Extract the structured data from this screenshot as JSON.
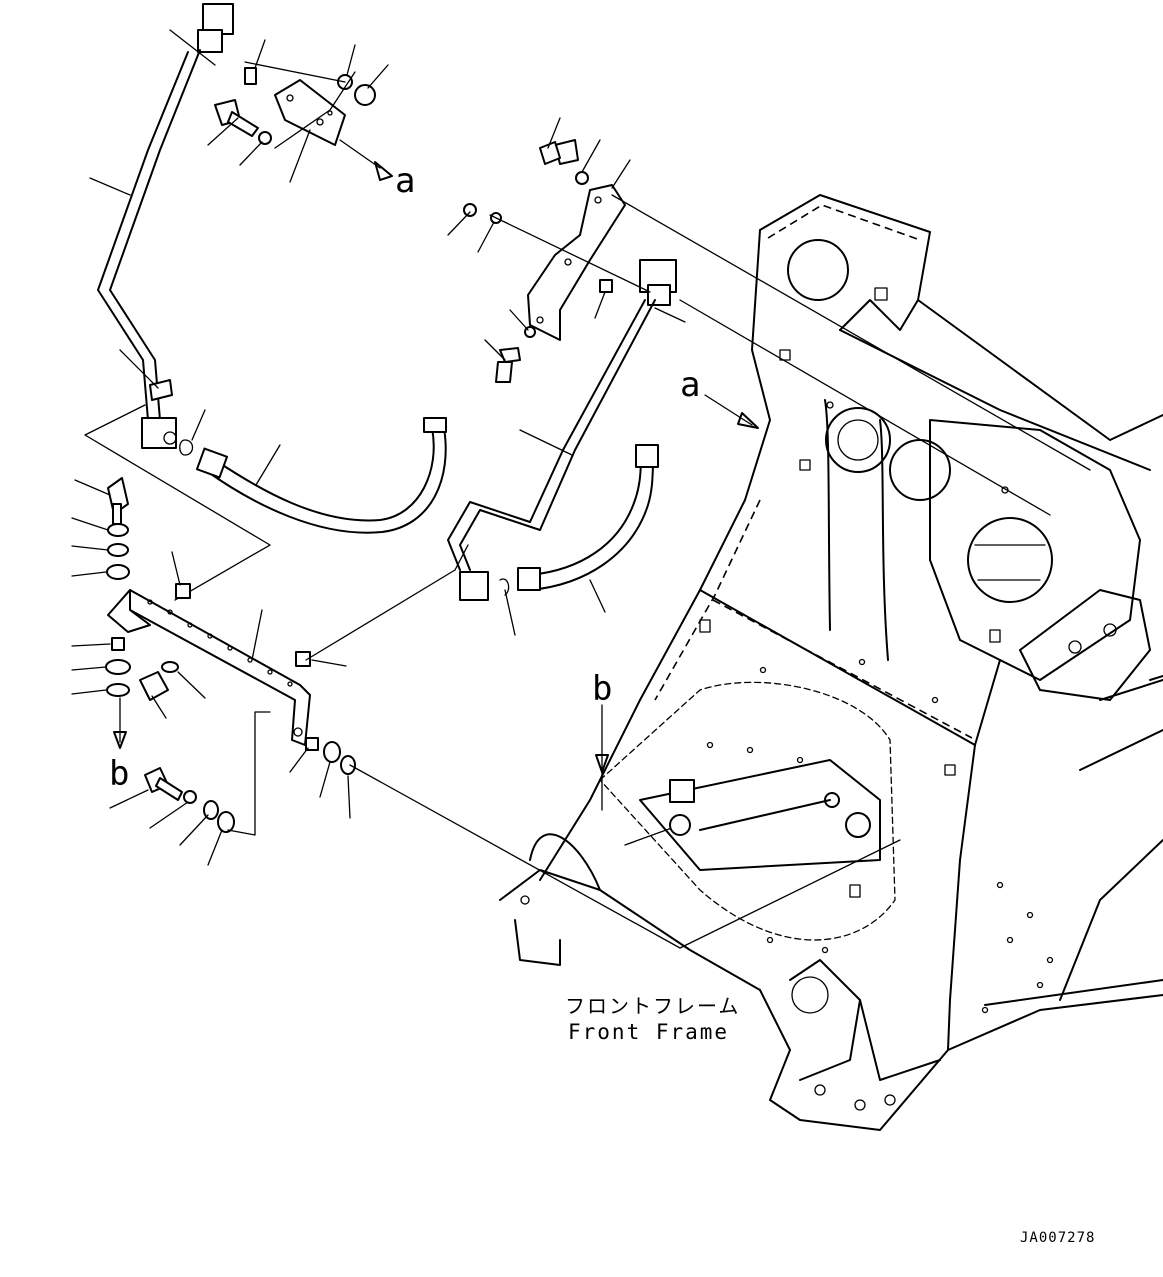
{
  "callouts": {
    "a_top": "a",
    "a_frame": "a",
    "b_left": "b",
    "b_frame": "b"
  },
  "frame_label": {
    "japanese": "フロントフレーム",
    "english": "Front Frame"
  },
  "drawing_id": "JA007278"
}
